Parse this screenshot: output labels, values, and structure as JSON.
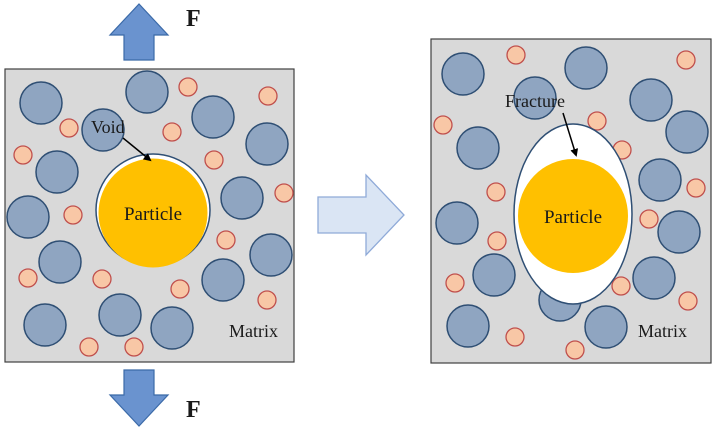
{
  "labels": {
    "force_top": "F",
    "force_bottom": "F",
    "void": "Void",
    "fracture": "Fracture",
    "particle_left": "Particle",
    "particle_right": "Particle",
    "matrix_left": "Matrix",
    "matrix_right": "Matrix"
  },
  "colors": {
    "matrix_fill": "#d9d9d9",
    "panel_border": "#404040",
    "large_particle_fill": "#8fa5c1",
    "large_particle_stroke": "#2f4f74",
    "small_particle_fill": "#f8c7a6",
    "small_particle_stroke": "#c0504d",
    "core_fill": "#ffc000",
    "force_arrow_fill": "#6a93cf",
    "force_arrow_stroke": "#3b6aa8",
    "process_arrow_fill": "#dae5f4",
    "process_arrow_stroke": "#8faad8"
  },
  "icons": {
    "force_arrow": "block-arrow",
    "process_arrow": "block-arrow-right"
  }
}
